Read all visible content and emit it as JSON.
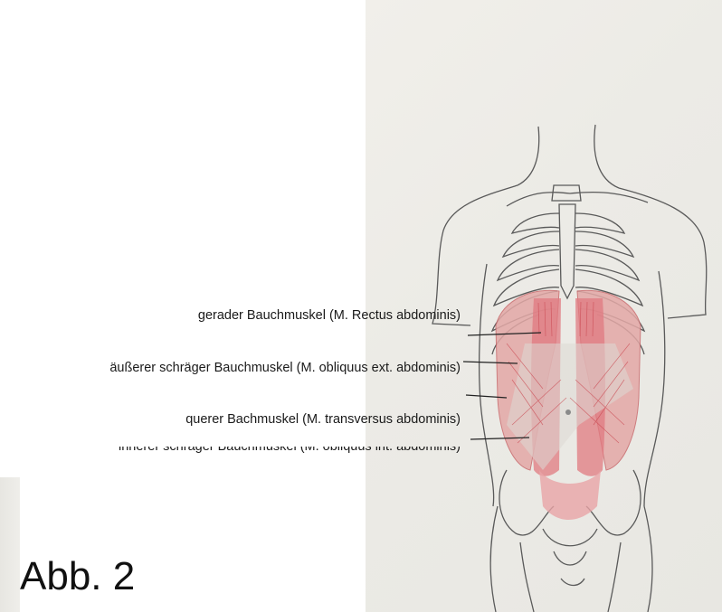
{
  "labels": {
    "rectus": "gerader Bauchmuskel (M. Rectus abdominis)",
    "external_oblique": "äußerer schräger Bauchmuskel (M. obliquus ext. abdominis)",
    "transversus": "querer Bachmuskel (M. transversus abdominis)",
    "internal_oblique": "innerer schräger Bauchmuskel (M. obliquus int. abdominis)"
  },
  "figure_label": "Abb. 2",
  "colors": {
    "muscle": "#d9454f",
    "pencil": "#555555",
    "paper": "#eeede8"
  }
}
